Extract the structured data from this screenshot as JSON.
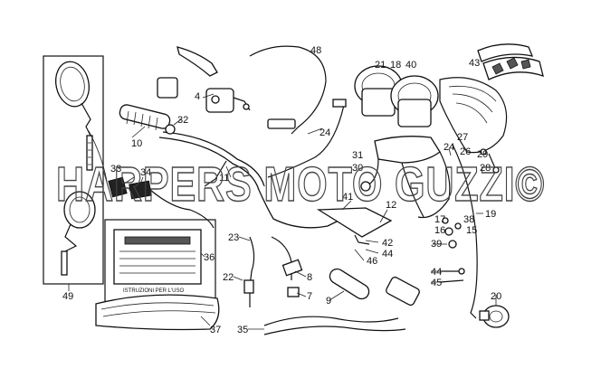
{
  "watermark": "HARPERS MOTO GUZZI©",
  "manual_card": {
    "line1": "ISTRUZIONI PER L'USO"
  },
  "callouts": [
    "48",
    "21",
    "18",
    "40",
    "43",
    "4",
    "32",
    "10",
    "24",
    "27",
    "26",
    "29",
    "28",
    "31",
    "30",
    "33",
    "34",
    "11",
    "41",
    "12",
    "17",
    "16",
    "38",
    "15",
    "19",
    "23",
    "42",
    "44",
    "46",
    "39",
    "36",
    "22",
    "8",
    "7",
    "9",
    "45",
    "20",
    "49",
    "35",
    "37"
  ],
  "colors": {
    "ink": "#111111",
    "paper": "#ffffff",
    "watermark_stroke": "#444444"
  }
}
